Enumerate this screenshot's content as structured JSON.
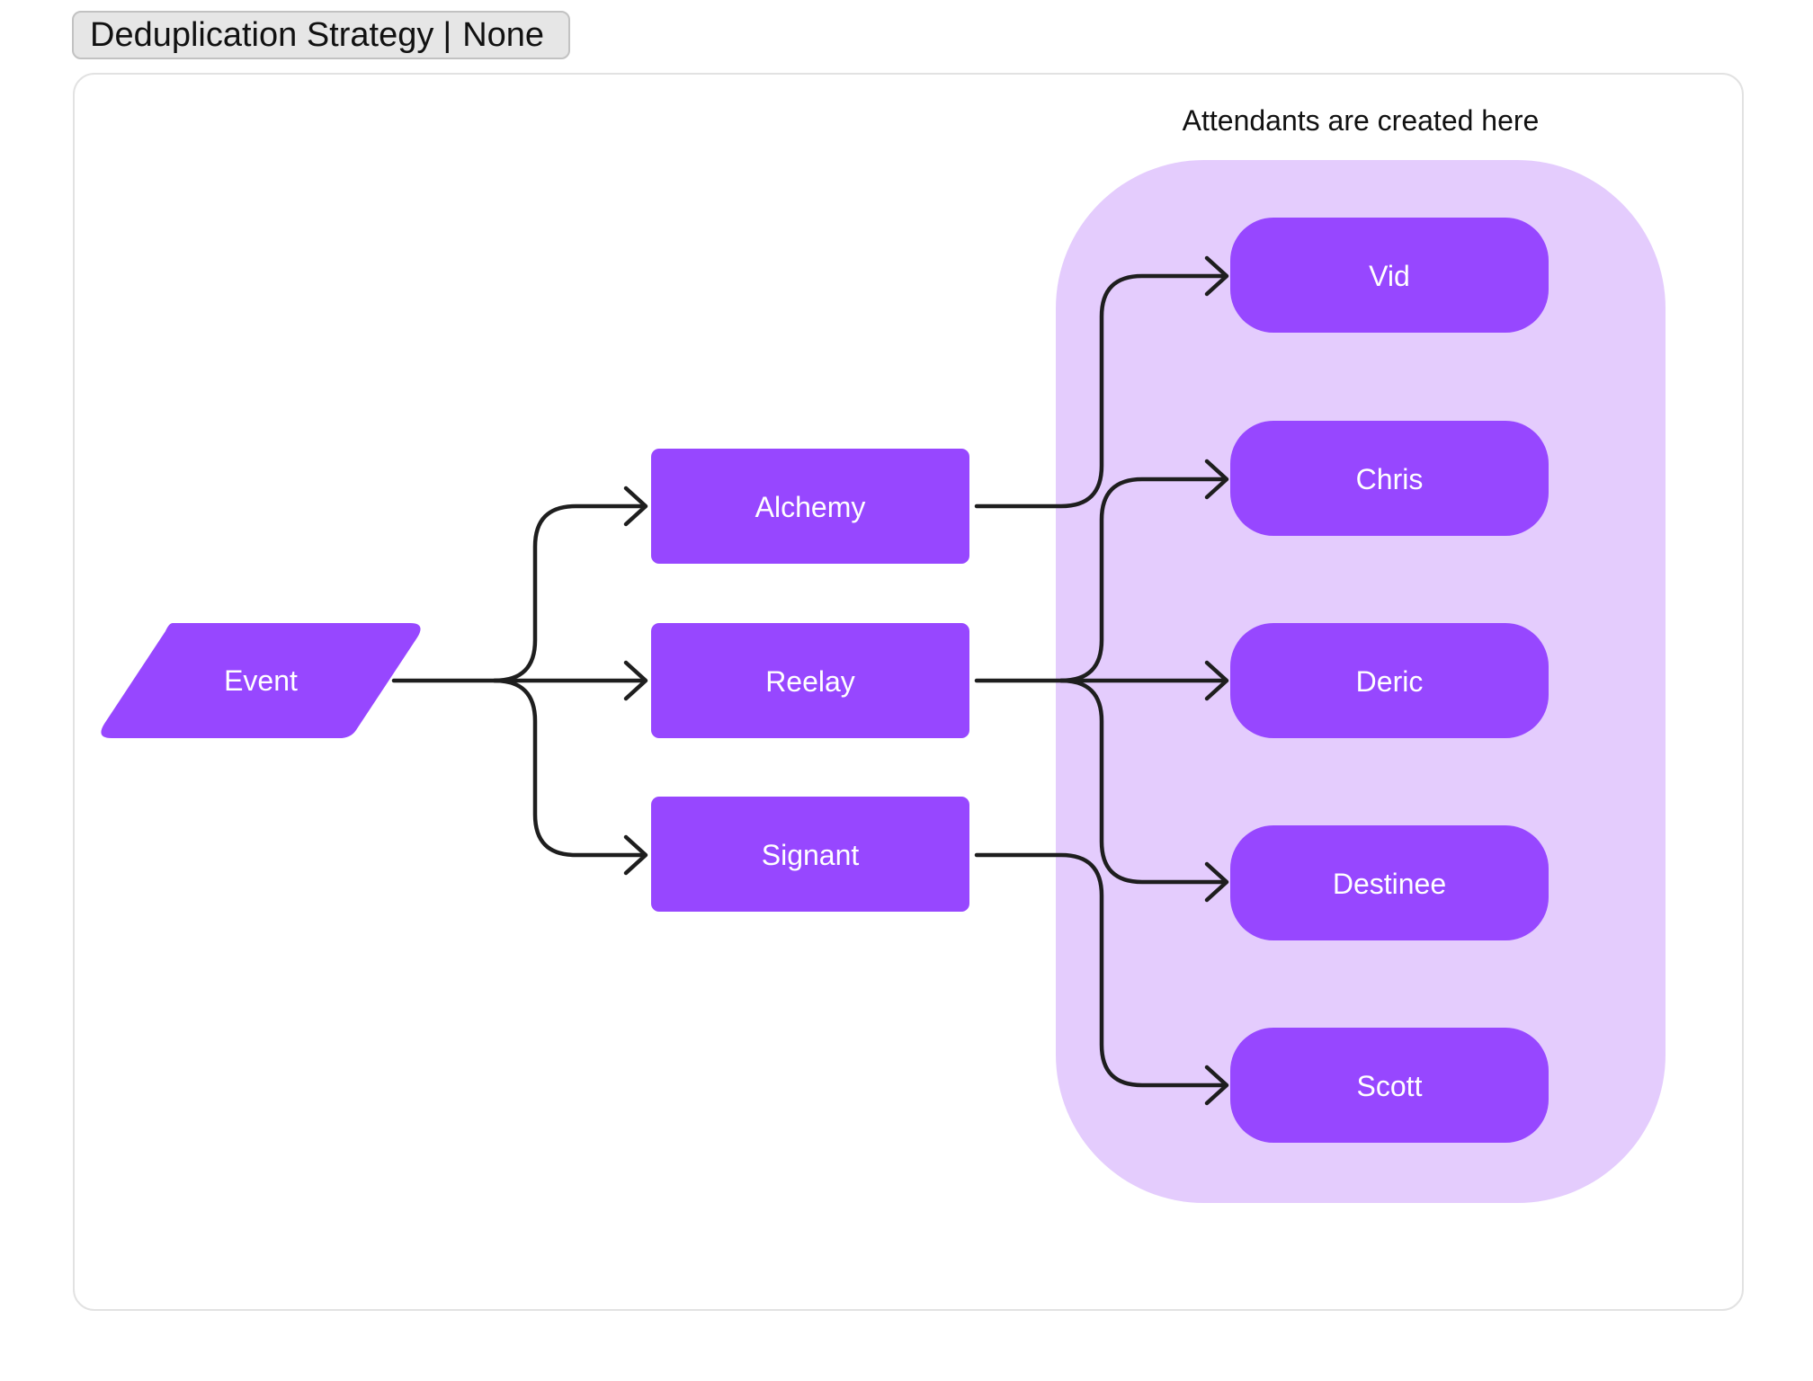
{
  "header": {
    "title": "Deduplication Strategy",
    "separator": "|",
    "value": "None"
  },
  "group": {
    "caption": "Attendants are created here",
    "fill": "#e4ccfd"
  },
  "colors": {
    "node": "#9747ff",
    "edge": "#1e1e1e",
    "node_text": "#ffffff"
  },
  "nodes": {
    "event": "Event",
    "sources": [
      "Alchemy",
      "Reelay",
      "Signant"
    ],
    "attendants": [
      "Vid",
      "Chris",
      "Deric",
      "Destinee",
      "Scott"
    ]
  },
  "edges": [
    {
      "from": "Event",
      "to": "Alchemy"
    },
    {
      "from": "Event",
      "to": "Reelay"
    },
    {
      "from": "Event",
      "to": "Signant"
    },
    {
      "from": "Alchemy",
      "to": "Vid"
    },
    {
      "from": "Reelay",
      "to": "Chris"
    },
    {
      "from": "Reelay",
      "to": "Deric"
    },
    {
      "from": "Reelay",
      "to": "Destinee"
    },
    {
      "from": "Signant",
      "to": "Scott"
    }
  ]
}
